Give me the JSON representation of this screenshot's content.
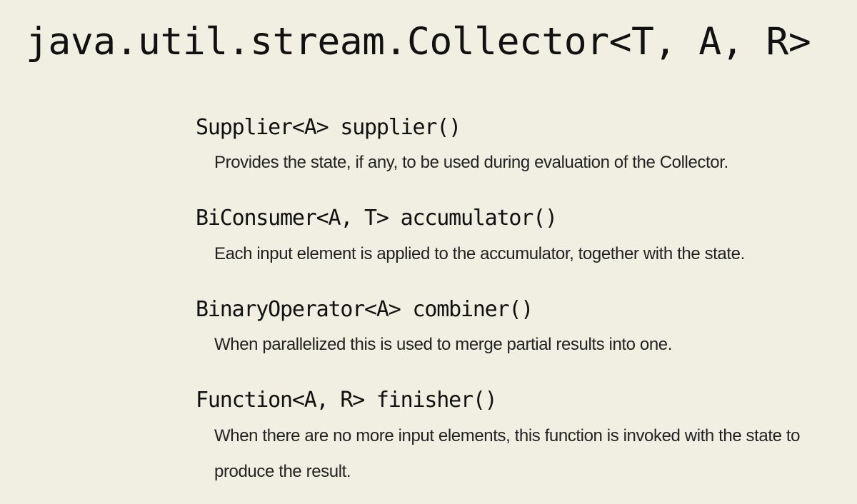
{
  "title": "java.util.stream.Collector<T, A, R>",
  "methods": [
    {
      "signature": "Supplier<A> supplier()",
      "description": "Provides the state, if any, to be used during evaluation of the Collector."
    },
    {
      "signature": "BiConsumer<A, T> accumulator()",
      "description": "Each input element is applied to the accumulator, together with the state."
    },
    {
      "signature": "BinaryOperator<A> combiner()",
      "description": "When parallelized this is used to merge partial results into one."
    },
    {
      "signature": "Function<A, R> finisher()",
      "description": "When there are no more input elements, this function is invoked with the state to produce the result."
    }
  ],
  "colors": {
    "background": "#f1efe2",
    "text": "#111111"
  }
}
